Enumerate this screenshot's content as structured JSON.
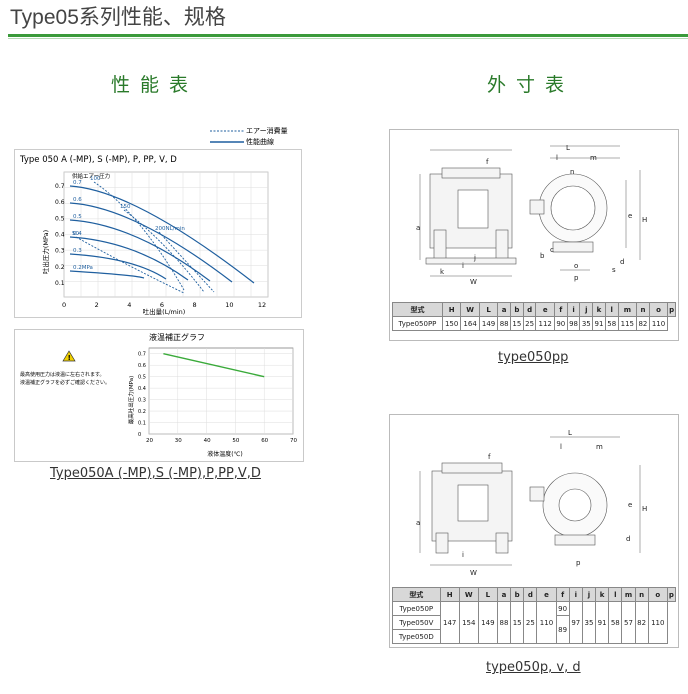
{
  "page": {
    "title": "Type05系列性能、规格"
  },
  "sections": {
    "performance": "性能表",
    "dimensions": "外寸表"
  },
  "perf_chart": {
    "legend_air": "エアー消費量",
    "legend_perf": "性能曲線",
    "model": "Type 050 A (-MP), S (-MP), P, PP, V, D",
    "supply_label": "供給エアー圧力",
    "ylabel": "吐出圧力(MPa)",
    "xlabel": "吐出量(L/min)",
    "yticks": [
      "0.7",
      "0.6",
      "0.5",
      "0.4",
      "0.3",
      "0.2",
      "0.1"
    ],
    "xticks": [
      "0",
      "2",
      "4",
      "6",
      "8",
      "10",
      "12"
    ],
    "curve_labels": [
      "0.7",
      "0.6",
      "0.5",
      "0.4",
      "0.3",
      "0.2MPa"
    ],
    "air_labels": [
      "100",
      "150",
      "200NL/min",
      "50"
    ]
  },
  "temp_chart": {
    "title": "液温補正グラフ",
    "note_line1": "最高使用圧力は液温に左右されます。",
    "note_line2": "液温補正グラフを必ずご確認ください。",
    "ylabel": "最高吐出圧力(MPa)",
    "xlabel": "液体温度(℃)",
    "yticks": [
      "0.7",
      "0.6",
      "0.5",
      "0.4",
      "0.3",
      "0.2",
      "0.1",
      "0"
    ],
    "xticks": [
      "20",
      "30",
      "40",
      "50",
      "60",
      "70"
    ]
  },
  "chart_data": {
    "type": "line",
    "title": "液温補正グラフ",
    "xlabel": "液体温度(℃)",
    "ylabel": "最高吐出圧力(MPa)",
    "x": [
      25,
      60
    ],
    "series": [
      {
        "values": [
          0.7,
          0.5
        ]
      }
    ],
    "xlim": [
      20,
      70
    ],
    "ylim": [
      0,
      0.75
    ],
    "grid": true
  },
  "links": {
    "perf": "Type050A (-MP),S (-MP),P,PP,V,D",
    "pp": "type050pp",
    "pvd": "type050p, v, d"
  },
  "colors": {
    "accent": "#3a9a3a",
    "curve": "#1f5f9f",
    "temp_line": "#3aaa3a"
  },
  "dims_labels": [
    "f",
    "l",
    "L",
    "m",
    "n",
    "a",
    "e",
    "H",
    "c",
    "b",
    "i",
    "o",
    "j",
    "k",
    "d",
    "W",
    "p",
    "s"
  ],
  "table_pp": {
    "headers": [
      "型式",
      "H",
      "W",
      "L",
      "a",
      "b",
      "d",
      "e",
      "f",
      "i",
      "j",
      "k",
      "l",
      "m",
      "n",
      "o",
      "p"
    ],
    "row": [
      "Type050PP",
      "150",
      "164",
      "149",
      "88",
      "15",
      "25",
      "112",
      "90",
      "98",
      "35",
      "91",
      "58",
      "115",
      "82",
      "110"
    ]
  },
  "table_pvd": {
    "headers": [
      "型式",
      "H",
      "W",
      "L",
      "a",
      "b",
      "d",
      "e",
      "f",
      "i",
      "j",
      "k",
      "l",
      "m",
      "n",
      "o",
      "p"
    ],
    "models": [
      "Type050P",
      "Type050V",
      "Type050D"
    ],
    "values": [
      "147",
      "154",
      "149",
      "88",
      "15",
      "25",
      "110",
      "",
      "97",
      "35",
      "91",
      "58",
      "57",
      "82",
      "110"
    ],
    "f_top": "90",
    "f_bottom": "89"
  }
}
